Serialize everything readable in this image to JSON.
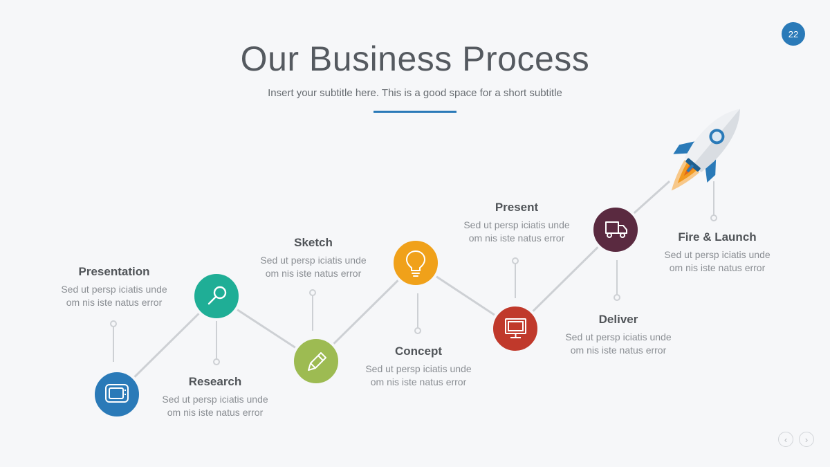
{
  "slide": {
    "page_number": "22",
    "title": "Our Business Process",
    "subtitle": "Insert your subtitle here. This is a good space for a short subtitle"
  },
  "steps": [
    {
      "title": "Presentation",
      "desc1": "Sed ut persp iciatis unde",
      "desc2": "om nis iste natus error",
      "color": "#2a7ab8",
      "icon": "monitor-icon"
    },
    {
      "title": "Research",
      "desc1": "Sed ut persp iciatis unde",
      "desc2": "om nis iste natus error",
      "color": "#1fae96",
      "icon": "magnifier-icon"
    },
    {
      "title": "Sketch",
      "desc1": "Sed ut persp iciatis unde",
      "desc2": "om nis iste natus error",
      "color": "#9dbb52",
      "icon": "pencil-icon"
    },
    {
      "title": "Concept",
      "desc1": "Sed ut persp iciatis unde",
      "desc2": "om nis iste natus error",
      "color": "#f0a11a",
      "icon": "lightbulb-icon"
    },
    {
      "title": "Present",
      "desc1": "Sed ut persp iciatis unde",
      "desc2": "om nis iste natus error",
      "color": "#c0392b",
      "icon": "screen-icon"
    },
    {
      "title": "Deliver",
      "desc1": "Sed ut persp iciatis unde",
      "desc2": "om nis iste natus error",
      "color": "#5a2a40",
      "icon": "truck-icon"
    },
    {
      "title": "Fire & Launch",
      "desc1": "Sed ut persp iciatis unde",
      "desc2": "om nis iste natus error",
      "color": "#2a7ab8",
      "icon": "rocket-icon"
    }
  ],
  "nav": {
    "prev": "‹",
    "next": "›"
  },
  "colors": {
    "accent": "#2a7ab8",
    "line": "#cdd0d4"
  }
}
